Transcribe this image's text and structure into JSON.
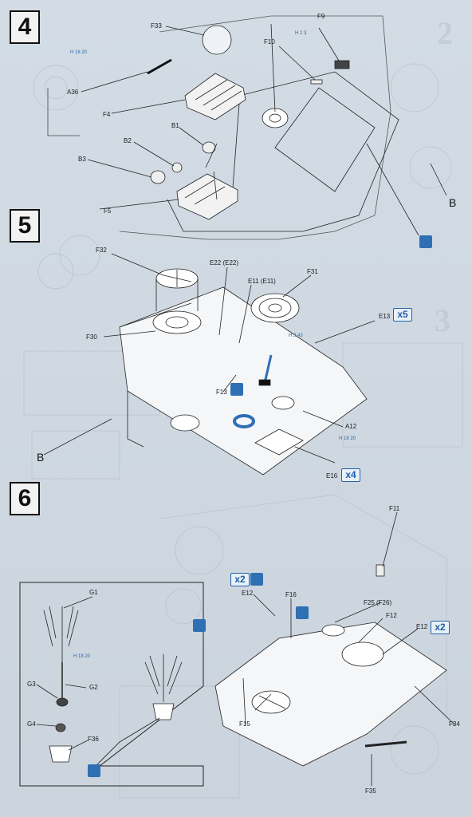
{
  "steps": {
    "s4": "4",
    "s5": "5",
    "s6": "6"
  },
  "ghost_numbers": {
    "g2": "2",
    "g3": "3"
  },
  "refs": {
    "r1": "H 2 3",
    "r2": "H 18 20",
    "r3": "H 3 43",
    "r4": "H 18 20",
    "r5": "H 18 20"
  },
  "multipliers": {
    "e13": "x5",
    "e16": "x4",
    "s6a": "x2",
    "e12": "x2"
  },
  "part_labels": {
    "f33": "F33",
    "f9": "F9",
    "f10": "F10",
    "a36": "A36",
    "f4": "F4",
    "b1": "B1",
    "b2": "B2",
    "b3": "B3",
    "f5": "F5",
    "b_right": "B",
    "f32": "F32",
    "e22": "E22 (E22)",
    "e11": "E11 (E11)",
    "f31": "F31",
    "f30": "F30",
    "e13": "E13",
    "f13": "F13",
    "a12": "A12",
    "b_left": "B",
    "e16": "E16",
    "f11": "F11",
    "g1": "G1",
    "e12a": "E12",
    "f16": "F16",
    "f25": "F25 (F26)",
    "f12": "F12",
    "e12b": "E12",
    "g2": "G2",
    "g3": "G3",
    "g4": "G4",
    "f36": "F36",
    "f15": "F15",
    "f34": "F34",
    "f35": "F35"
  },
  "colors": {
    "accent": "#2f6fb4",
    "paper": "#d0d9e2",
    "line": "#222222"
  }
}
